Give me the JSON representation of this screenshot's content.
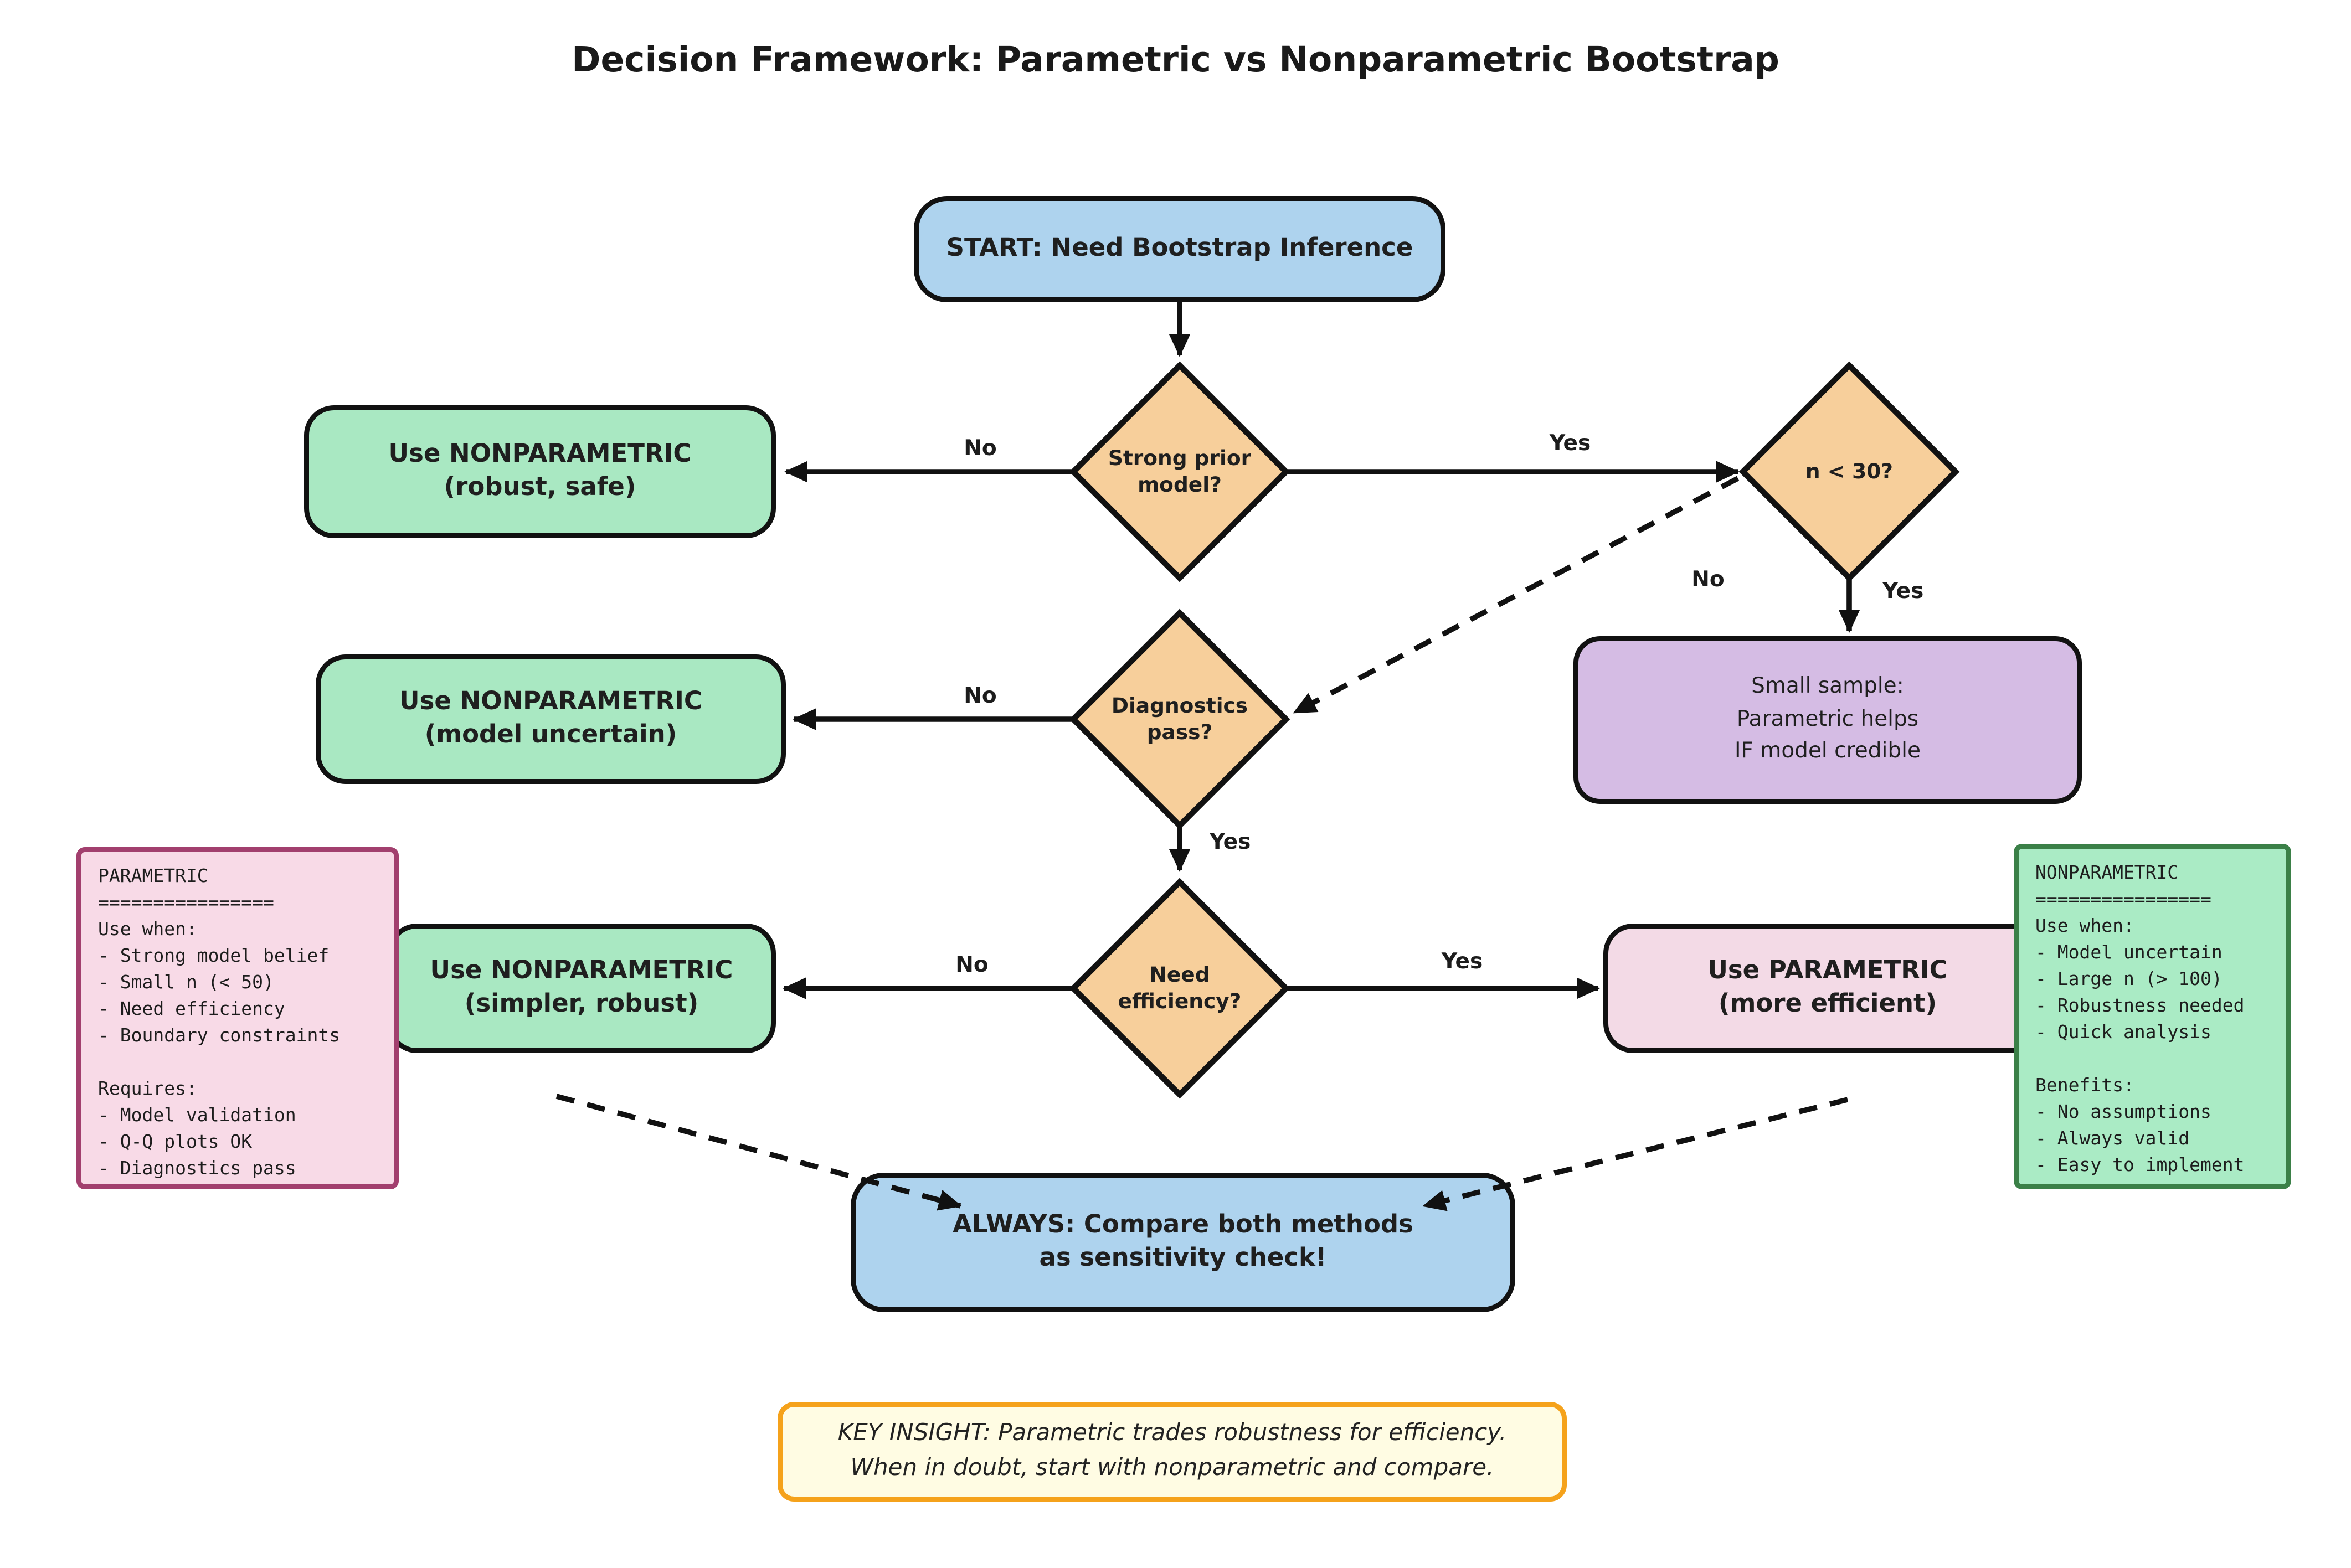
{
  "title": "Decision Framework: Parametric vs Nonparametric Bootstrap",
  "nodes": {
    "start": {
      "label": "START: Need Bootstrap Inference",
      "fill": "#aed3ee"
    },
    "strong_prior": {
      "label": "Strong prior\nmodel?",
      "fill": "#f7cf9b"
    },
    "n_lt_30": {
      "label": "n < 30?",
      "fill": "#f7cf9b"
    },
    "diagnostics": {
      "label": "Diagnostics\npass?",
      "fill": "#f7cf9b"
    },
    "need_efficiency": {
      "label": "Need\nefficiency?",
      "fill": "#f7cf9b"
    },
    "nonparam_robust": {
      "label": "Use NONPARAMETRIC\n(robust, safe)",
      "fill": "#a9e8c2"
    },
    "nonparam_uncertain": {
      "label": "Use NONPARAMETRIC\n(model uncertain)",
      "fill": "#a9e8c2"
    },
    "nonparam_simpler": {
      "label": "Use NONPARAMETRIC\n(simpler, robust)",
      "fill": "#a9e8c2"
    },
    "small_sample": {
      "label": "Small sample:\nParametric helps\nIF model credible",
      "fill": "#d5bce4"
    },
    "use_parametric": {
      "label": "Use PARAMETRIC\n(more efficient)",
      "fill": "#f3dae6"
    },
    "always_compare": {
      "label": "ALWAYS: Compare both methods\nas sensitivity check!",
      "fill": "#aed3ee"
    }
  },
  "edge_labels": {
    "strong_prior_no": "No",
    "strong_prior_yes": "Yes",
    "n30_yes": "Yes",
    "n30_no": "No",
    "diagnostics_no": "No",
    "diagnostics_yes": "Yes",
    "need_eff_no": "No",
    "need_eff_yes": "Yes"
  },
  "panels": {
    "parametric": {
      "text": "PARAMETRIC\n================\nUse when:\n- Strong model belief\n- Small n (< 50)\n- Need efficiency\n- Boundary constraints\n\nRequires:\n- Model validation\n- Q-Q plots OK\n- Diagnostics pass"
    },
    "nonparametric": {
      "text": "NONPARAMETRIC\n================\nUse when:\n- Model uncertain\n- Large n (> 100)\n- Robustness needed\n- Quick analysis\n\nBenefits:\n- No assumptions\n- Always valid\n- Easy to implement"
    }
  },
  "key_insight": "KEY INSIGHT: Parametric trades robustness for efficiency.\nWhen in doubt, start with nonparametric and compare.",
  "colors": {
    "decision_fill": "#f7cf9b",
    "action_blue": "#aed3ee",
    "result_green": "#a9e8c2",
    "result_pink": "#f3dae6",
    "note_purple": "#d5bce4",
    "panel_pink_border": "#a23f6e",
    "panel_green_border": "#3b8048",
    "insight_border": "#f5a21b",
    "insight_fill": "#fffce3",
    "line": "#111111"
  }
}
